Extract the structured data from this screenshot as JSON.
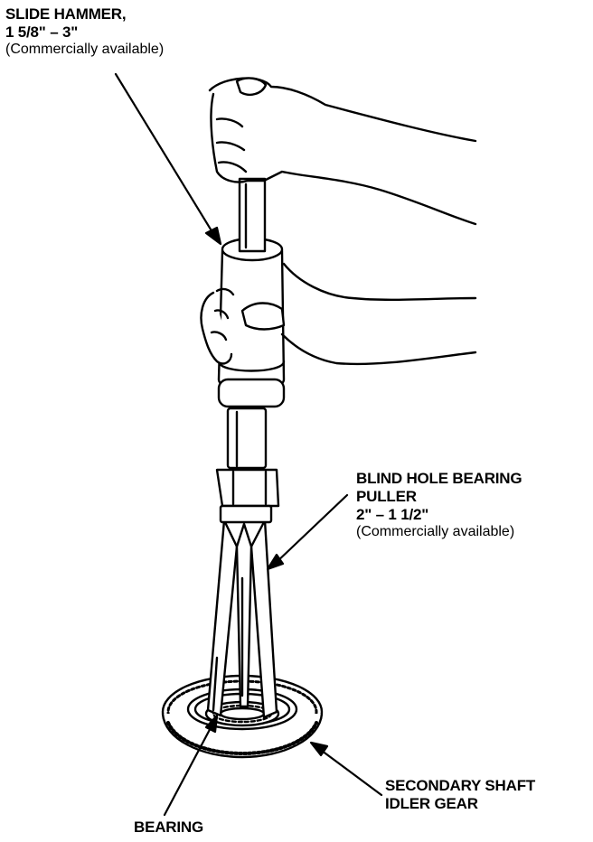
{
  "labels": {
    "slide_hammer": {
      "name": "SLIDE HAMMER,",
      "size": "1 5/8\" – 3\"",
      "note": "(Commercially available)"
    },
    "puller": {
      "name_line1": "BLIND HOLE BEARING",
      "name_line2": "PULLER",
      "size": "2\" – 1 1/2\"",
      "note": "(Commercially available)"
    },
    "gear": {
      "line1": "SECONDARY SHAFT",
      "line2": "IDLER GEAR"
    },
    "bearing": "BEARING"
  }
}
